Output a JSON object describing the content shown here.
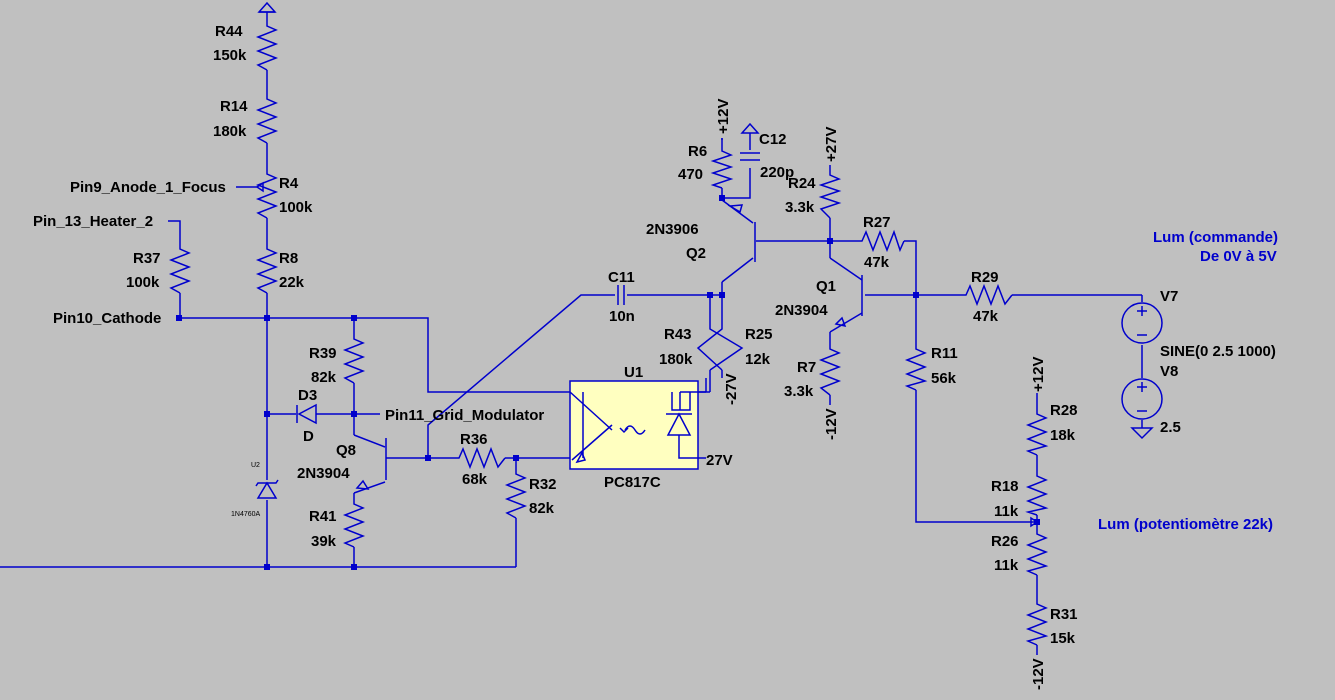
{
  "labels": {
    "r44": "R44",
    "r44v": "150k",
    "r14": "R14",
    "r14v": "180k",
    "r4": "R4",
    "r4v": "100k",
    "r8": "R8",
    "r8v": "22k",
    "r37": "R37",
    "r37v": "100k",
    "r39": "R39",
    "r39v": "82k",
    "d3": "D3",
    "d3v": "D",
    "q8": "Q8",
    "q8v": "2N3904",
    "r41": "R41",
    "r41v": "39k",
    "r36": "R36",
    "r36v": "68k",
    "r32": "R32",
    "r32v": "82k",
    "u2": "U2",
    "u2v": "1N4760A",
    "c11": "C11",
    "c11v": "10n",
    "r43": "R43",
    "r43v": "180k",
    "r25": "R25",
    "r25v": "12k",
    "u1": "U1",
    "u1v": "PC817C",
    "r6": "R6",
    "r6v": "470",
    "c12": "C12",
    "c12v": "220p",
    "q2": "Q2",
    "q2v": "2N3906",
    "r24": "R24",
    "r24v": "3.3k",
    "r27": "R27",
    "r27v": "47k",
    "q1": "Q1",
    "q1v": "2N3904",
    "r7": "R7",
    "r7v": "3.3k",
    "r11": "R11",
    "r11v": "56k",
    "r29": "R29",
    "r29v": "47k",
    "v7": "V7",
    "v7v": "SINE(0 2.5 1000)",
    "v8": "V8",
    "v8v": "2.5",
    "r28": "R28",
    "r28v": "18k",
    "r18": "R18",
    "r18v": "11k",
    "r26": "R26",
    "r26v": "11k",
    "r31": "R31",
    "r31v": "15k"
  },
  "nets": {
    "pin9": "Pin9_Anode_1_Focus",
    "pin13": "Pin_13_Heater_2",
    "pin10": "Pin10_Cathode",
    "pin11": "Pin11_Grid_Modulator",
    "p12a": "+12V",
    "p27a": "+27V",
    "m27": "-27V",
    "p27b": "27V",
    "m12a": "-12V",
    "p12b": "+12V",
    "m12b": "-12V"
  },
  "notes": {
    "lum_cmd": "Lum (commande)",
    "lum_range": "De 0V à 5V",
    "lum_pot": "Lum (potentiomètre 22k)"
  },
  "colors": {
    "background": "#c0c0c0",
    "wire": "#0000cc",
    "text": "#000000",
    "note": "#0000cc",
    "component_fill": "#ffffc0"
  }
}
